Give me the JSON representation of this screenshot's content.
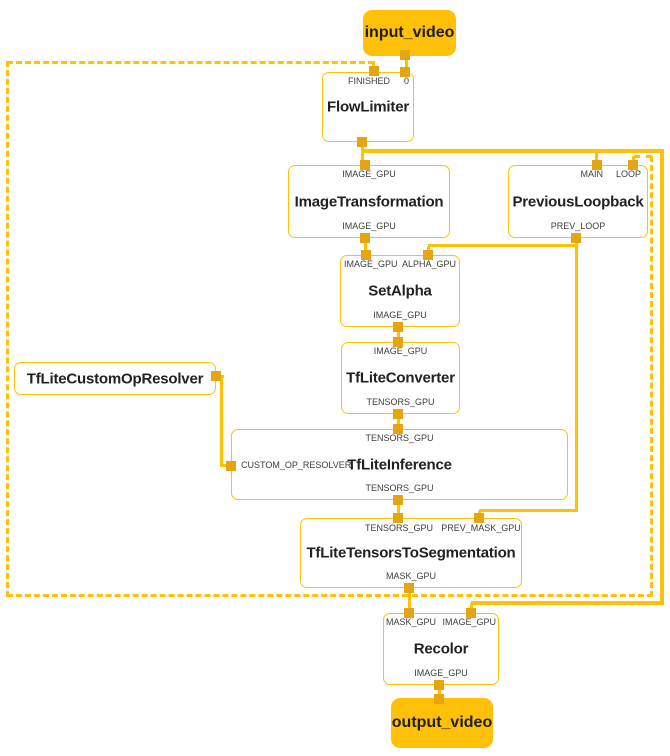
{
  "diagram": {
    "colors": {
      "accent": "#FFC107",
      "port_square": "#E4A511",
      "node_fill": "#FFFFFF",
      "text": "#212121"
    },
    "io_nodes": {
      "input": {
        "label": "input_video"
      },
      "output": {
        "label": "output_video"
      }
    },
    "nodes": {
      "flow_limiter": {
        "title": "FlowLimiter",
        "port_finished": "FINISHED",
        "port_zero": "0"
      },
      "image_transformation": {
        "title": "ImageTransformation",
        "port_in": "IMAGE_GPU",
        "port_out": "IMAGE_GPU"
      },
      "previous_loopback": {
        "title": "PreviousLoopback",
        "port_main": "MAIN",
        "port_loop": "LOOP",
        "port_out": "PREV_LOOP"
      },
      "set_alpha": {
        "title": "SetAlpha",
        "port_image": "IMAGE_GPU",
        "port_alpha": "ALPHA_GPU",
        "port_out": "IMAGE_GPU"
      },
      "tflite_converter": {
        "title": "TfLiteConverter",
        "port_in": "IMAGE_GPU",
        "port_out": "TENSORS_GPU"
      },
      "tflite_custom_op_resolver": {
        "title": "TfLiteCustomOpResolver"
      },
      "tflite_inference": {
        "title": "TfLiteInference",
        "port_in": "TENSORS_GPU",
        "port_side": "CUSTOM_OP_RESOLVER",
        "port_out": "TENSORS_GPU"
      },
      "tflite_tensors_to_segmentation": {
        "title": "TfLiteTensorsToSegmentation",
        "port_tensors": "TENSORS_GPU",
        "port_prev_mask": "PREV_MASK_GPU",
        "port_out": "MASK_GPU"
      },
      "recolor": {
        "title": "Recolor",
        "port_mask": "MASK_GPU",
        "port_image": "IMAGE_GPU",
        "port_out": "IMAGE_GPU"
      }
    },
    "edges": [
      {
        "from": "input_video",
        "to": "FlowLimiter",
        "to_port": "0",
        "style": "solid"
      },
      {
        "from": "FlowLimiter",
        "to": "ImageTransformation",
        "to_port": "IMAGE_GPU",
        "style": "solid"
      },
      {
        "from": "FlowLimiter",
        "to": "PreviousLoopback",
        "to_port": "MAIN",
        "style": "solid"
      },
      {
        "from": "FlowLimiter",
        "to": "Recolor",
        "to_port": "IMAGE_GPU",
        "style": "solid"
      },
      {
        "from": "ImageTransformation",
        "from_port": "IMAGE_GPU",
        "to": "SetAlpha",
        "to_port": "IMAGE_GPU",
        "style": "solid"
      },
      {
        "from": "PreviousLoopback",
        "from_port": "PREV_LOOP",
        "to": "SetAlpha",
        "to_port": "ALPHA_GPU",
        "style": "solid"
      },
      {
        "from": "PreviousLoopback",
        "from_port": "PREV_LOOP",
        "to": "TfLiteTensorsToSegmentation",
        "to_port": "PREV_MASK_GPU",
        "style": "solid"
      },
      {
        "from": "SetAlpha",
        "from_port": "IMAGE_GPU",
        "to": "TfLiteConverter",
        "to_port": "IMAGE_GPU",
        "style": "solid"
      },
      {
        "from": "TfLiteConverter",
        "from_port": "TENSORS_GPU",
        "to": "TfLiteInference",
        "to_port": "TENSORS_GPU",
        "style": "solid"
      },
      {
        "from": "TfLiteCustomOpResolver",
        "to": "TfLiteInference",
        "to_port": "CUSTOM_OP_RESOLVER",
        "style": "solid"
      },
      {
        "from": "TfLiteInference",
        "from_port": "TENSORS_GPU",
        "to": "TfLiteTensorsToSegmentation",
        "to_port": "TENSORS_GPU",
        "style": "solid"
      },
      {
        "from": "TfLiteTensorsToSegmentation",
        "from_port": "MASK_GPU",
        "to": "Recolor",
        "to_port": "MASK_GPU",
        "style": "solid"
      },
      {
        "from": "TfLiteTensorsToSegmentation",
        "from_port": "MASK_GPU",
        "to": "FlowLimiter",
        "to_port": "FINISHED",
        "style": "dashed"
      },
      {
        "from": "TfLiteTensorsToSegmentation",
        "from_port": "MASK_GPU",
        "to": "PreviousLoopback",
        "to_port": "LOOP",
        "style": "dashed"
      },
      {
        "from": "Recolor",
        "from_port": "IMAGE_GPU",
        "to": "output_video",
        "style": "solid"
      }
    ]
  }
}
